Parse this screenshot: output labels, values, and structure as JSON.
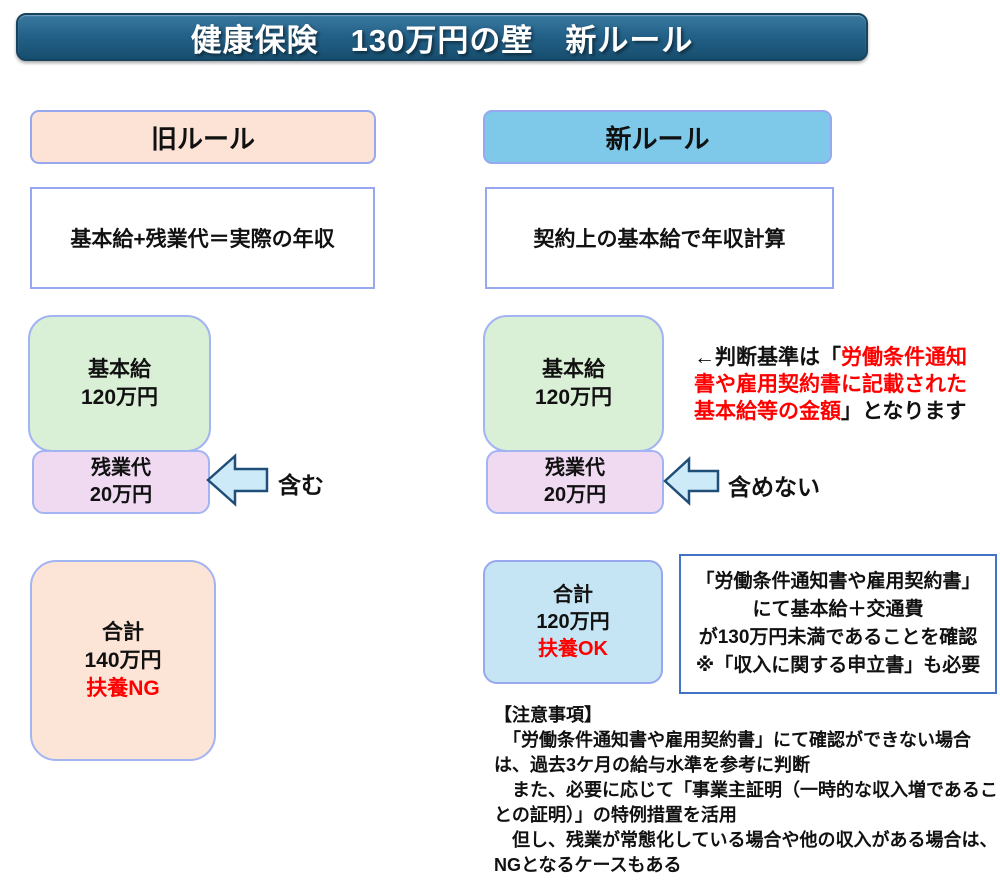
{
  "title": "健康保険　130万円の壁　新ルール",
  "colors": {
    "banner_top": "#3a799f",
    "banner_bottom": "#174e6e",
    "old_header_fill": "#fce3d6",
    "new_header_fill": "#7ec9e9",
    "base_box_fill": "#daf0d6",
    "overtime_box_fill": "#f0daf2",
    "old_total_fill": "#fce4d6",
    "new_total_fill": "#c6e5f4",
    "light_border": "#97a8ee",
    "confirm_border": "#4472c4",
    "arrow_fill": "#cdeaf8",
    "arrow_stroke": "#1f4e79",
    "alert_red": "#ff0000"
  },
  "old_rule": {
    "header": "旧ルール",
    "formula": "基本給+残業代＝実際の年収",
    "base_box": {
      "label": "基本給",
      "amount": "120万円"
    },
    "overtime_box": {
      "label": "残業代",
      "amount": "20万円"
    },
    "arrow_label": "含む",
    "total_box": {
      "label": "合計",
      "amount": "140万円",
      "status": "扶養NG"
    }
  },
  "new_rule": {
    "header": "新ルール",
    "formula": "契約上の基本給で年収計算",
    "base_box": {
      "label": "基本給",
      "amount": "120万円"
    },
    "overtime_box": {
      "label": "残業代",
      "amount": "20万円"
    },
    "arrow_label": "含めない",
    "criteria_note": {
      "line1_black": "←判断基準は「",
      "line1_red": "労働条件通知",
      "line2_red": "書や雇用契約書に記載された",
      "line3_red": "基本給等の金額",
      "line3_black": "」となります"
    },
    "total_box": {
      "label": "合計",
      "amount": "120万円",
      "status": "扶養OK"
    },
    "confirm_box": {
      "lines": [
        "「労働条件通知書や雇用契約書」",
        "にて基本給＋交通費",
        "が130万円未満であることを確認",
        "※「収入に関する申立書」も必要"
      ]
    }
  },
  "notes": {
    "heading": "【注意事項】",
    "lines": [
      "　「労働条件通知書や雇用契約書」にて確認ができない場合",
      "は、過去3ケ月の給与水準を参考に判断",
      "　また、必要に応じて「事業主証明（一時的な収入増であるこ",
      "との証明）」の特例措置を活用",
      "　但し、残業が常態化している場合や他の収入がある場合は、",
      "NGとなるケースもある"
    ]
  }
}
